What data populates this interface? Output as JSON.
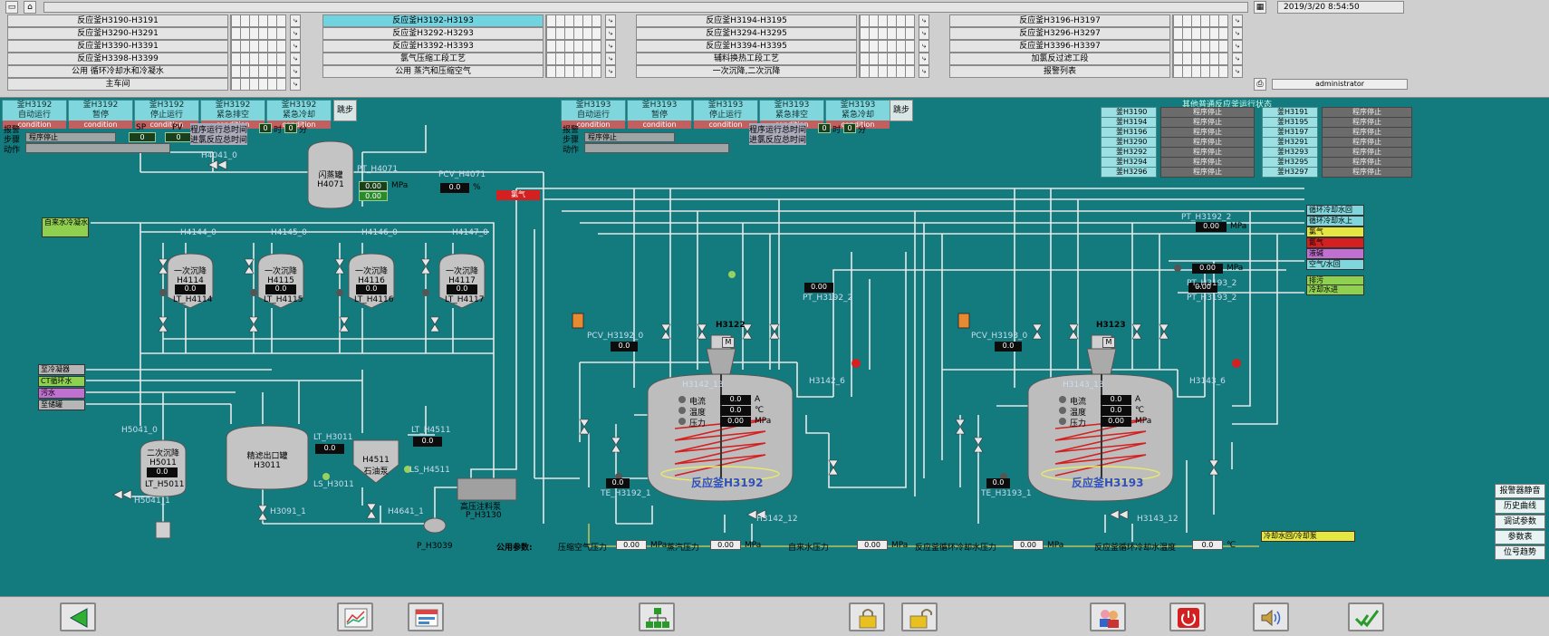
{
  "top_nav": {
    "col1": [
      "反应釜H3190-H3191",
      "反应釜H3290-H3291",
      "反应釜H3390-H3391",
      "反应釜H3398-H3399",
      "公用 循环冷却水和冷凝水",
      "主车间"
    ],
    "col2": [
      "反应釜H3192-H3193",
      "反应釜H3292-H3293",
      "反应釜H3392-H3393",
      "氯气压缩工段工艺",
      "公用 蒸汽和压缩空气"
    ],
    "col3": [
      "反应釜H3194-H3195",
      "反应釜H3294-H3295",
      "反应釜H3394-H3395",
      "辅料换热工段工艺",
      "一次沉降,二次沉降"
    ],
    "col4": [
      "反应釜H3196-H3197",
      "反应釜H3296-H3297",
      "反应釜H3396-H3397",
      "加氯反过滤工段",
      "报警列表"
    ],
    "active": "反应釜H3192-H3193",
    "datetime": "2019/3/20 8:54:50",
    "user": "administrator"
  },
  "tabs": {
    "left": [
      {
        "label": "釜H3192",
        "sub": "自动运行",
        "cond": "condition"
      },
      {
        "label": "釜H3192",
        "sub": "暂停",
        "cond": "condition"
      },
      {
        "label": "釜H3192",
        "sub": "停止运行",
        "cond": "condition"
      },
      {
        "label": "釜H3192",
        "sub": "紧急排空",
        "cond": "condition"
      },
      {
        "label": "釜H3192",
        "sub": "紧急冷却",
        "cond": "condition"
      }
    ],
    "right": [
      {
        "label": "釜H3193",
        "sub": "自动运行",
        "cond": "condition"
      },
      {
        "label": "釜H3193",
        "sub": "暂停",
        "cond": "condition"
      },
      {
        "label": "釜H3193",
        "sub": "停止运行",
        "cond": "condition"
      },
      {
        "label": "釜H3193",
        "sub": "紧急排空",
        "cond": "condition"
      },
      {
        "label": "釜H3193",
        "sub": "紧急冷却",
        "cond": "condition"
      }
    ],
    "step_label": "跳步"
  },
  "status_left": {
    "row_labels": [
      "报警",
      "步骤",
      "动作"
    ],
    "sp": "SP",
    "pv": "PV",
    "sp_val": "0",
    "pv_val": "0",
    "run_time": "程序运行总时间",
    "fill_time": "进氯反应总时间",
    "step_text": "程序停止",
    "h": "0",
    "m": "0",
    "unit_h": "时",
    "unit_m": "分"
  },
  "status_right": {
    "row_labels": [
      "报警",
      "步骤",
      "动作"
    ],
    "run_time": "程序运行总时间",
    "fill_time": "进氯反应总时间",
    "step_text": "程序停止",
    "h": "0",
    "m": "0",
    "unit_h": "时",
    "unit_m": "分"
  },
  "run_table": {
    "title": "其他普通反应釜运行状态",
    "left": [
      {
        "name": "釜H3190",
        "state": "程序停止"
      },
      {
        "name": "釜H3194",
        "state": "程序停止"
      },
      {
        "name": "釜H3196",
        "state": "程序停止"
      },
      {
        "name": "釜H3290",
        "state": "程序停止"
      },
      {
        "name": "釜H3292",
        "state": "程序停止"
      },
      {
        "name": "釜H3294",
        "state": "程序停止"
      },
      {
        "name": "釜H3296",
        "state": "程序停止"
      }
    ],
    "right": [
      {
        "name": "釜H3191",
        "state": "程序停止"
      },
      {
        "name": "釜H3195",
        "state": "程序停止"
      },
      {
        "name": "釜H3197",
        "state": "程序停止"
      },
      {
        "name": "釜H3291",
        "state": "程序停止"
      },
      {
        "name": "釜H3293",
        "state": "程序停止"
      },
      {
        "name": "釜H3295",
        "state": "程序停止"
      },
      {
        "name": "釜H3297",
        "state": "程序停止"
      }
    ]
  },
  "plant": {
    "flash_tank": {
      "name": "闪蒸罐",
      "tag": "H4071",
      "pt": "PT_H4071",
      "mpa": "0.00",
      "pct": "0.00",
      "unit": "MPa"
    },
    "pcv_h4071": {
      "tag": "PCV_H4071",
      "val": "0.0",
      "unit": "%"
    },
    "chlorine_tag": "氯气",
    "h4041": "H4041_0",
    "inlet_left": "自来水冷凝水",
    "first_settle": [
      {
        "name": "一次沉降",
        "tag": "H4114",
        "val": "0.0",
        "lt": "LT_H4114"
      },
      {
        "name": "一次沉降",
        "tag": "H4115",
        "val": "0.0",
        "lt": "LT_H4115"
      },
      {
        "name": "一次沉降",
        "tag": "H4116",
        "val": "0.0",
        "lt": "LT_H4116"
      },
      {
        "name": "一次沉降",
        "tag": "H4117",
        "val": "0.0",
        "lt": "LT_H4117"
      }
    ],
    "valve_tags": [
      "H4144_0",
      "H4145_0",
      "H4146_0",
      "H4147_0"
    ],
    "left_inlets": [
      "至冷凝器",
      "CT循环水",
      "污水",
      "至储罐"
    ],
    "second_settle": {
      "name": "二次沉降",
      "tag": "H5011",
      "val": "0.0",
      "lt": "LT_H5011",
      "valve": "H5041_0",
      "valve2": "H5041_1"
    },
    "filter_tank": {
      "name": "精滤出口罐",
      "tag": "H3011",
      "lt": "LT_H3011",
      "ls": "LS_H3011",
      "val": "0.0",
      "valve": "H3091_1"
    },
    "small_tank": {
      "name": "H4511",
      "sub": "石油泵",
      "lt": "LT_H4511",
      "ls": "LS_H4511",
      "val": "0.0",
      "valve": "H4641_1"
    },
    "pump": {
      "tag": "P_H3130",
      "name": "高压注料泵",
      "pump2": "P_H3039"
    },
    "reactor1": {
      "name": "反应釜H3192",
      "motor": "M",
      "tag": "H3122",
      "current": "0.0",
      "temp": "0.0",
      "pressure": "0.00",
      "cur_lbl": "电流",
      "temp_lbl": "温度",
      "pres_lbl": "压力",
      "unit_a": "A",
      "unit_c": "℃",
      "unit_p": "MPa",
      "pcv": "PCV_H3192_0",
      "pcv_val": "0.0",
      "pt": "PT_H3192_2",
      "pt_val": "0.00",
      "te": "TE_H3192_1",
      "te_val": "0.0",
      "valve_a": "H3142_13",
      "valve_b": "H3142_12",
      "valve_c": "H3142_6"
    },
    "reactor2": {
      "name": "反应釜H3193",
      "motor": "M",
      "tag": "H3123",
      "current": "0.0",
      "temp": "0.0",
      "pressure": "0.00",
      "cur_lbl": "电流",
      "temp_lbl": "温度",
      "pres_lbl": "压力",
      "unit_a": "A",
      "unit_c": "℃",
      "unit_p": "MPa",
      "pcv": "PCV_H3193_0",
      "pcv_val": "0.0",
      "pt": "PT_H3193_2",
      "pt_val": "0.00",
      "te": "TE_H3193_1",
      "te_val": "0.0",
      "valve_a": "H3143_13",
      "valve_b": "H3143_12",
      "valve_c": "H3143_6"
    },
    "right_outlets": [
      "循环冷却水回",
      "循环冷却水上",
      "氯气",
      "氮气",
      "液碱",
      "空气/水回",
      "排污",
      "冷却水进"
    ],
    "right_pt": {
      "tag": "PT_H3192_2",
      "val": "0.00",
      "unit": "MPa"
    },
    "right_pt2": {
      "tag": "PT_H3193_2",
      "val": "0.00",
      "unit": "MPa"
    },
    "bottom_outlet": "冷却水回/冷却泵",
    "public_params": {
      "label": "公用参数:",
      "items": [
        {
          "name": "压缩空气压力",
          "val": "0.00",
          "unit": "MPa"
        },
        {
          "name": "蒸汽压力",
          "val": "0.00",
          "unit": "MPa"
        },
        {
          "name": "自来水压力",
          "val": "0.00",
          "unit": "MPa"
        },
        {
          "name": "反应釜循环冷却水压力",
          "val": "0.00",
          "unit": "MPa"
        },
        {
          "name": "反应釜循环冷却水温度",
          "val": "0.0",
          "unit": "℃"
        }
      ]
    }
  },
  "side_buttons": [
    "报警器静音",
    "历史曲线",
    "调试参数",
    "参数表",
    "位号趋势"
  ],
  "colors": {
    "plant_bg": "#137a7e",
    "pipe": "#e8e8e8",
    "tab": "#7fd6dc",
    "alarm": "#d42020"
  }
}
